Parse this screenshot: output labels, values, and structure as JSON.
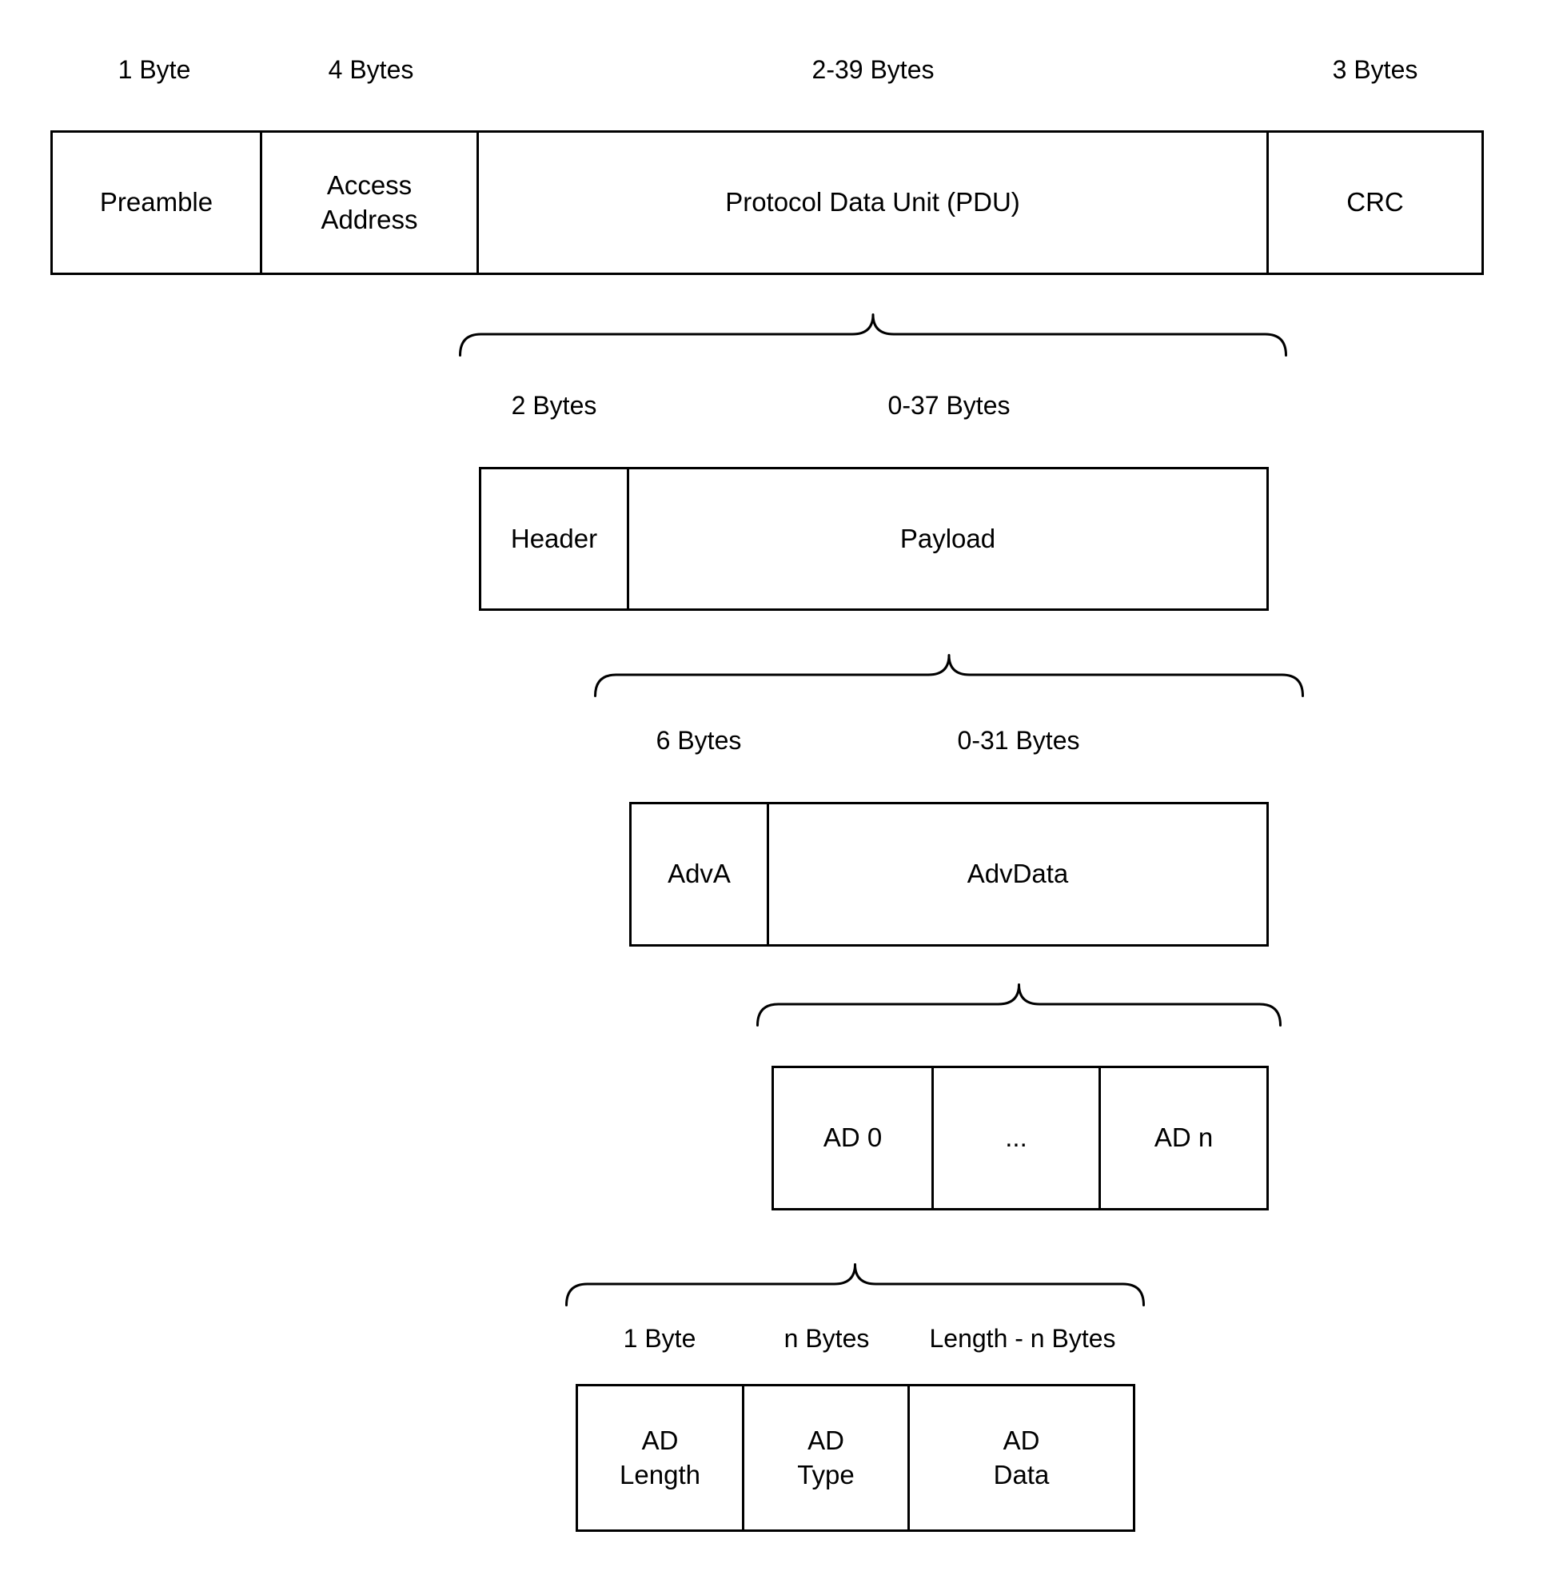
{
  "colors": {
    "border": "#000000",
    "background": "#ffffff",
    "text": "#000000"
  },
  "levels": [
    {
      "name": "packet",
      "size_labels": [
        "1 Byte",
        "4 Bytes",
        "2-39 Bytes",
        "3 Bytes"
      ],
      "boxes": [
        "Preamble",
        "Access\nAddress",
        "Protocol Data Unit (PDU)",
        "CRC"
      ]
    },
    {
      "name": "pdu-expansion",
      "size_labels": [
        "2 Bytes",
        "0-37 Bytes"
      ],
      "boxes": [
        "Header",
        "Payload"
      ]
    },
    {
      "name": "payload-expansion",
      "size_labels": [
        "6 Bytes",
        "0-31 Bytes"
      ],
      "boxes": [
        "AdvA",
        "AdvData"
      ]
    },
    {
      "name": "advdata-expansion",
      "size_labels": [],
      "boxes": [
        "AD 0",
        "...",
        "AD n"
      ]
    },
    {
      "name": "ad-expansion",
      "size_labels": [
        "1 Byte",
        "n Bytes",
        "Length - n Bytes"
      ],
      "boxes": [
        "AD\nLength",
        "AD\nType",
        "AD\nData"
      ]
    }
  ]
}
